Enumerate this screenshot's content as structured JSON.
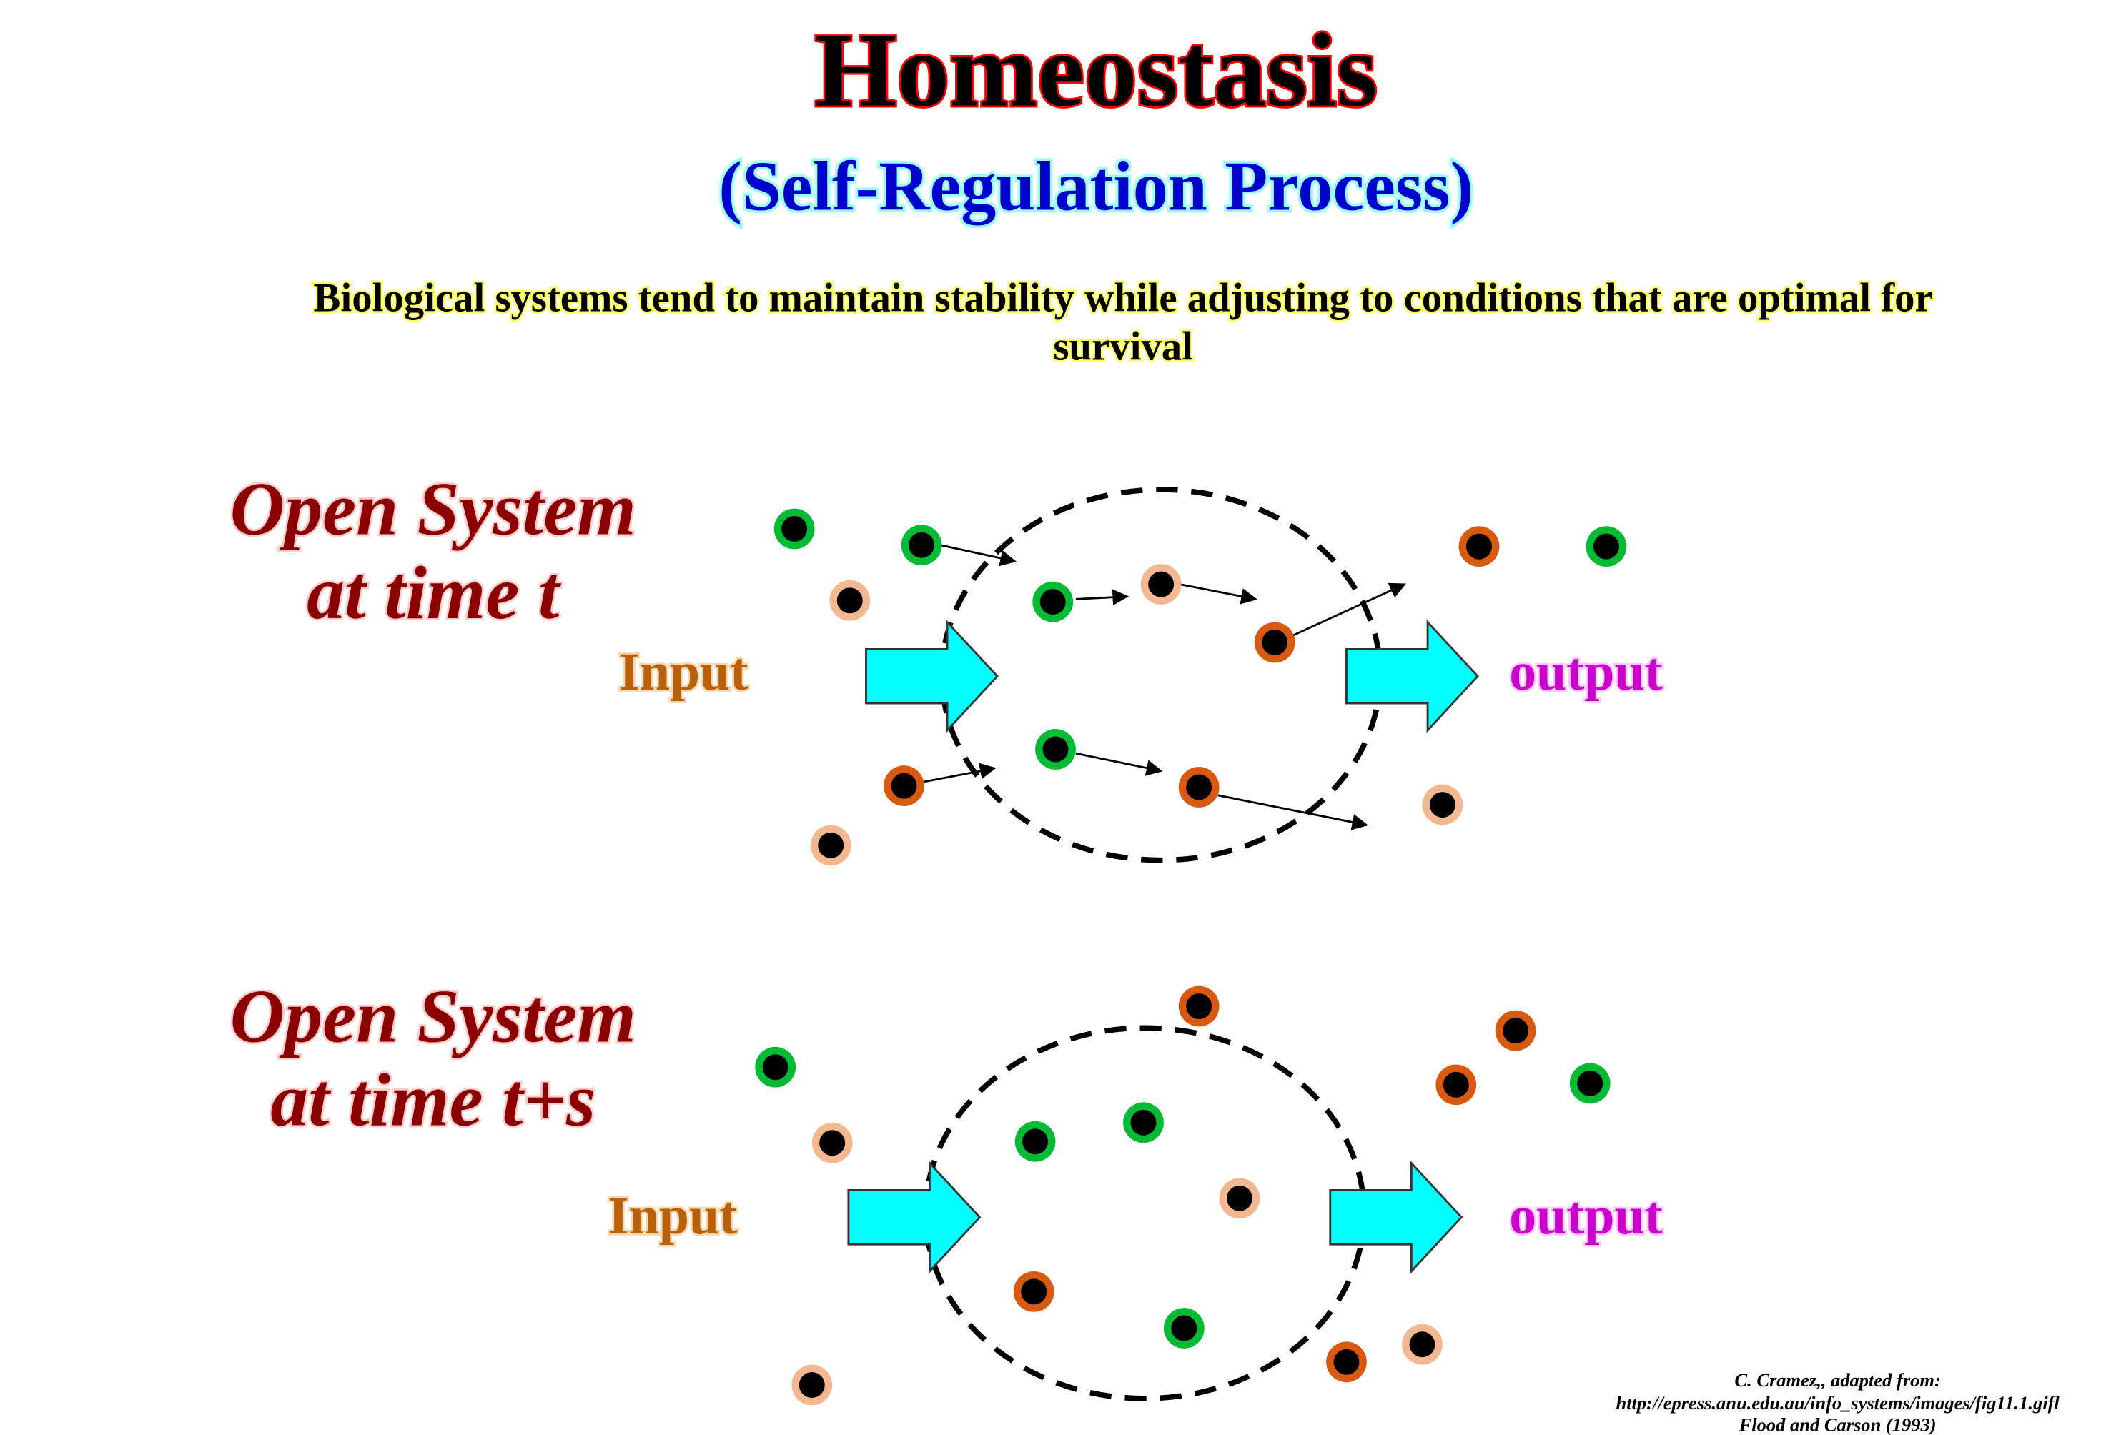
{
  "title": "Homeostasis",
  "subtitle": "(Self-Regulation Process)",
  "description_line1": "Biological systems tend to maintain stability while adjusting to conditions that are optimal for",
  "description_line2": "survival",
  "panels": [
    {
      "heading_line1": "Open System",
      "heading_line2": "at time t",
      "input_label": "Input",
      "output_label": "output"
    },
    {
      "heading_line1": "Open System",
      "heading_line2": "at time t+s",
      "input_label": "Input",
      "output_label": "output"
    }
  ],
  "credit": {
    "line1": "C. Cramez,, adapted from:",
    "line2": "http://epress.anu.edu.au/info_systems/images/fig11.1.gifl",
    "line3": "Flood and Carson (1993)"
  },
  "colors": {
    "title_fill": "#000000",
    "title_stroke": "#ff0000",
    "subtitle_fill": "#0000cc",
    "subtitle_stroke": "#99ffff",
    "heading": "#8b0000",
    "input": "#b8600a",
    "output": "#cc00cc",
    "arrow_fill": "#00ffff",
    "green": "#00bb33",
    "peach": "#f4b890",
    "orange": "#d85a10"
  }
}
